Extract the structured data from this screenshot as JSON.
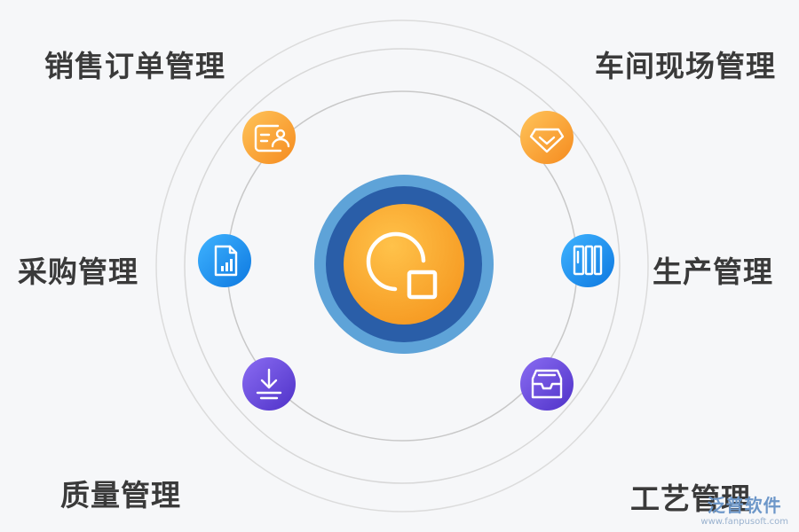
{
  "modules": {
    "sales": "销售订单管理",
    "workshop": "车间现场管理",
    "purchase": "采购管理",
    "production": "生产管理",
    "quality": "质量管理",
    "process": "工艺管理"
  },
  "watermark": {
    "name": "泛普软件",
    "url": "www.fanpusoft.com"
  },
  "icons": {
    "center": "report-app-icon",
    "sales": "customer-card-icon",
    "workshop": "diamond-icon",
    "purchase": "document-chart-icon",
    "production": "book-binders-icon",
    "quality": "download-icon",
    "process": "inbox-tray-icon"
  },
  "colors": {
    "orange": "#f7a32c",
    "blue": "#1e96f0",
    "purple": "#6a4be0",
    "navy": "#2a5ea8"
  }
}
